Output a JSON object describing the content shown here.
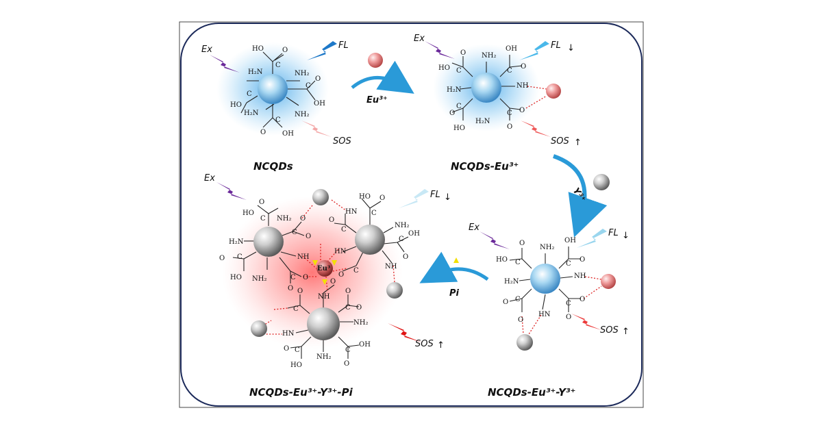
{
  "colors": {
    "frame": "#1c2a5a",
    "ex_bolt": "#6b2a9a",
    "fl_bright": "#1d78c8",
    "fl_light": "#9ad6ee",
    "sos_light": "#f3a7a7",
    "sos_mid": "#ee5a5a",
    "sos_bright": "#e01515",
    "eu_sphere": "#e98a8a",
    "y_sphere": "#8c8c8c",
    "pi_triangle": "#f3e000",
    "arrow": "#2a9ad8"
  },
  "text": {
    "ex": "Ex",
    "fl": "FL",
    "sos": "SOS",
    "arrow_down": "↓",
    "arrow_up": "↑",
    "eu_ion": "Eu³⁺",
    "y_ion": "Y³⁺",
    "pi": "Pi",
    "center_eu": "Eu³",
    "label_1": "NCQDs",
    "label_2": "NCQDs-Eu³⁺",
    "label_3": "NCQDs-Eu³⁺-Y³⁺",
    "label_4": "NCQDs-Eu³⁺-Y³⁺-Pi"
  },
  "chem": {
    "oh": "OH",
    "ho": "HO",
    "o": "O",
    "c": "C",
    "nh2": "NH₂",
    "h2n": "H₂N",
    "nh": "NH",
    "hn": "HN",
    "n": "N",
    "h2": "H₂"
  }
}
